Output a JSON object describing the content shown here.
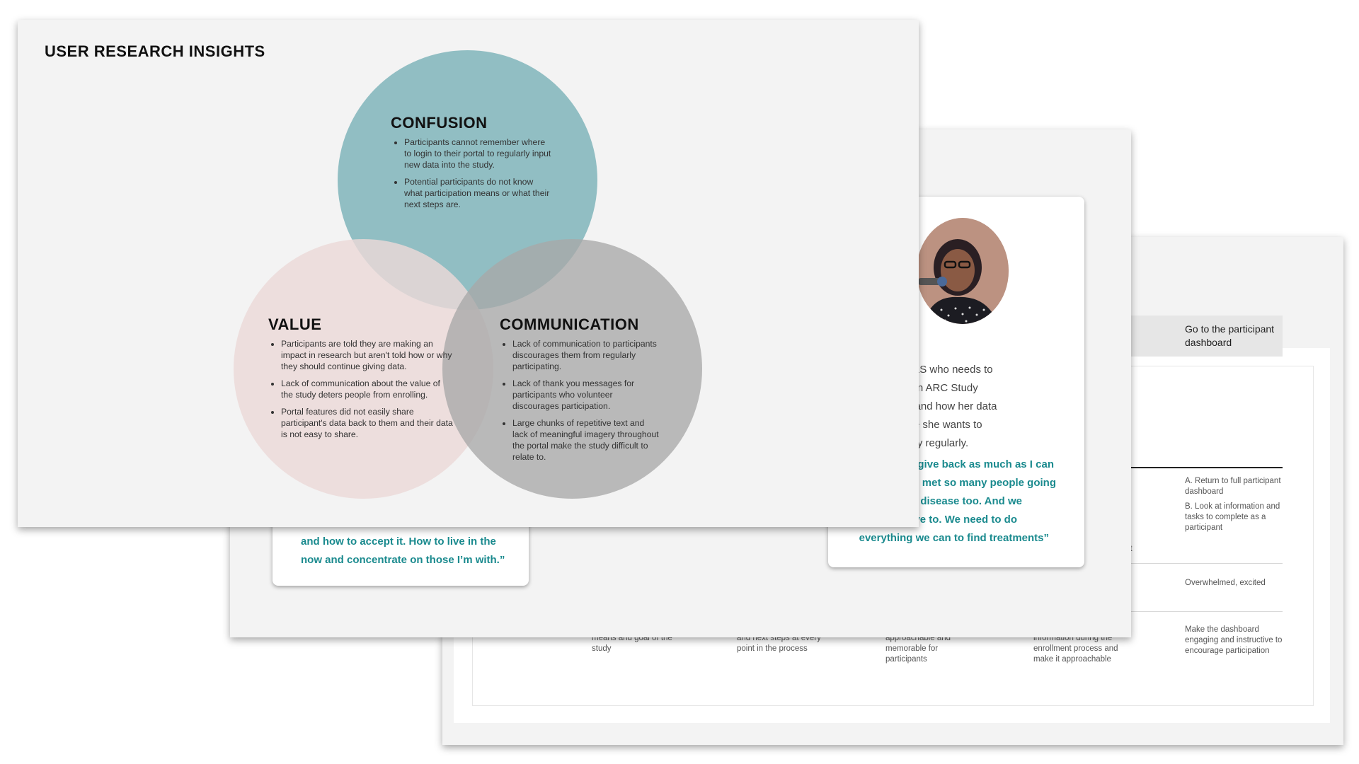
{
  "venn_slide": {
    "title": "USER RESEARCH INSIGHTS",
    "confusion": {
      "heading": "CONFUSION",
      "items": [
        "Participants cannot remember where to login to their portal to regularly input new data into the study.",
        "Potential participants do not know what participation means or what their next steps are."
      ]
    },
    "value": {
      "heading": "VALUE",
      "items": [
        "Participants are told they are making an impact in research but aren't told how or why they should continue giving data.",
        "Lack of communication about the value of the study deters people from enrolling.",
        "Portal features did not easily share participant's data back to them and their data is not easy to share."
      ]
    },
    "communication": {
      "heading": "COMMUNICATION",
      "items": [
        "Lack of communication to participants discourages them from regularly participating.",
        "Lack of thank you messages for participants who volunteer discourages participation.",
        "Large chunks of repetitive text and lack of meaningful imagery throughout the portal make the study difficult to relate to."
      ]
    },
    "colors": {
      "confusion": "#7fb4ba",
      "value": "#ecd9d8",
      "communication": "#a8a8a8"
    }
  },
  "persona_slide": {
    "left_quote": [
      "and how to accept it. How to live in the",
      "now and concentrate on those I’m with.”"
    ],
    "right_description": [
      "on with ALS who needs to",
      "become an ARC Study",
      "d understand how her data",
      "d because she wants to",
      "o the study regularly."
    ],
    "right_quote": [
      "give back as much as I can",
      "met so many people going",
      "disease too. And we",
      "ve to. We need to do",
      "everything we can to find treatments”"
    ]
  },
  "journey_slide": {
    "header": "Go to the participant dashboard",
    "step_items": [
      "A. Return to full participant dashboard",
      "B. Look at information and tasks to complete as a participant"
    ],
    "stray_letters": "nt",
    "emotion": "Overwhelmed, excited",
    "opportunities": [
      "means and goal of the study",
      "and next steps at every point in the process",
      "approachable and memorable for participants",
      "information during the enrollment process and make it approachable",
      "Make the dashboard engaging and instructive to encourage participation"
    ]
  }
}
